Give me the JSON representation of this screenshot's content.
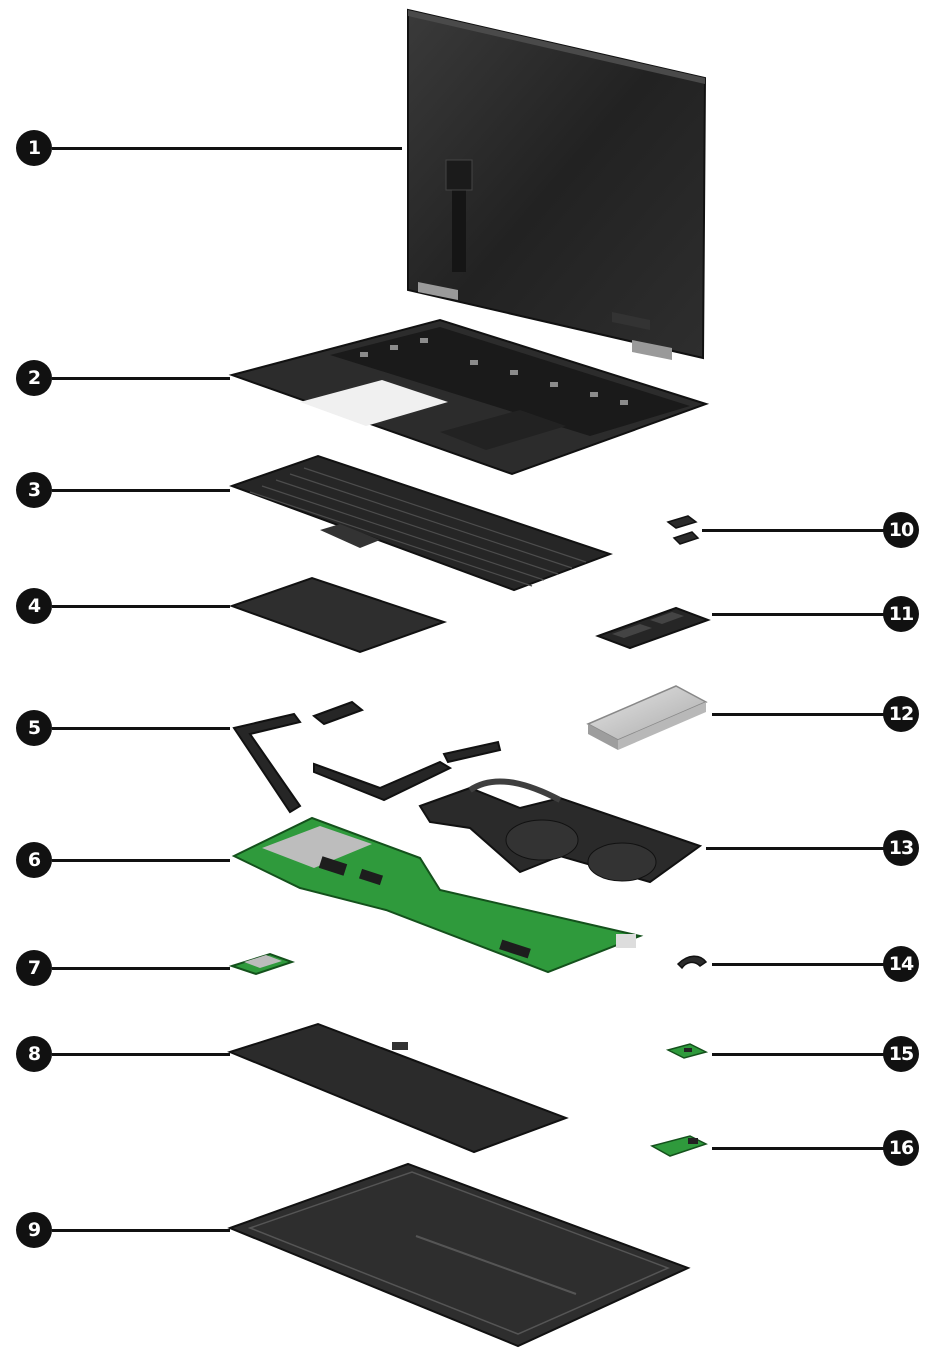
{
  "diagram": {
    "components": [
      {
        "number": "1",
        "part": "display-assembly"
      },
      {
        "number": "2",
        "part": "top-cover"
      },
      {
        "number": "3",
        "part": "keyboard"
      },
      {
        "number": "4",
        "part": "touchpad"
      },
      {
        "number": "5",
        "part": "speakers"
      },
      {
        "number": "6",
        "part": "system-board"
      },
      {
        "number": "7",
        "part": "wlan-module"
      },
      {
        "number": "8",
        "part": "battery"
      },
      {
        "number": "9",
        "part": "bottom-cover"
      },
      {
        "number": "10",
        "part": "bracket"
      },
      {
        "number": "11",
        "part": "solid-state-drive"
      },
      {
        "number": "12",
        "part": "ssd-thermal-shield"
      },
      {
        "number": "13",
        "part": "fan-heat-sink-assembly"
      },
      {
        "number": "14",
        "part": "cable"
      },
      {
        "number": "15",
        "part": "small-board"
      },
      {
        "number": "16",
        "part": "io-board"
      }
    ]
  },
  "colors": {
    "callout": "#111111",
    "part_dark": "#2b2b2b",
    "board_green": "#2f9a3c",
    "shield_silver": "#c9c9c9"
  }
}
